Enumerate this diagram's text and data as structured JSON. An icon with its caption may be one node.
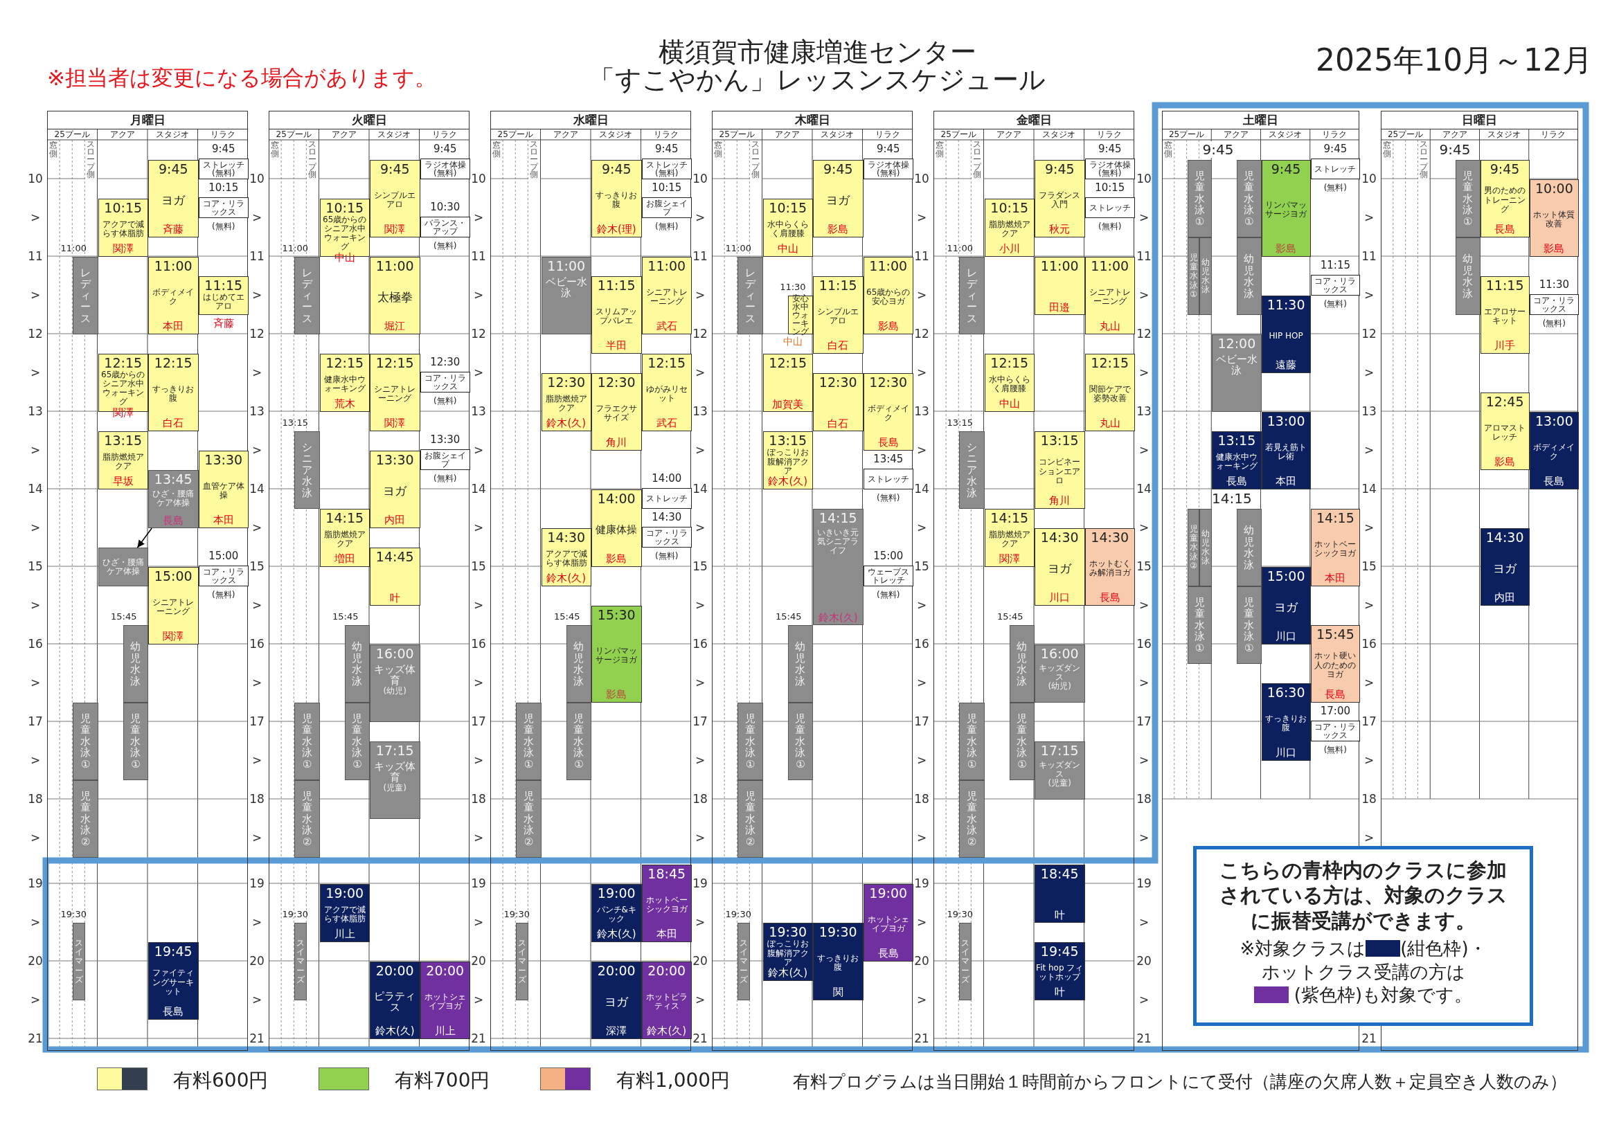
{
  "diagram": {
    "title": "横須賀市健康増進センター「すこやかん」レッスンスケジュール",
    "nodes": [
      {
        "text": [
          "月曜日"
        ]
      },
      {
        "text": [
          "11:00",
          "レディース"
        ],
        "in": 0
      },
      {
        "text": [
          "児童水泳①"
        ],
        "in": 0
      },
      {
        "text": [
          "児童水泳②"
        ],
        "in": 0
      },
      {
        "text": [
          "19:30",
          "スイマーズ"
        ],
        "in": 0
      },
      {
        "text": [
          "10:15",
          "アクアで減らす体脂肪",
          "関澤"
        ],
        "in": 0
      },
      {
        "text": [
          "12:15",
          "65歳からのシニア水中ウォーキング",
          "関澤"
        ],
        "in": 0
      },
      {
        "text": [
          "13:15",
          "脂肪燃焼アクア",
          "早坂"
        ],
        "in": 0
      },
      {
        "text": [
          "ひざ・腰痛ケア体操"
        ],
        "in": 0
      },
      {
        "text": [
          "15:45",
          "幼児水泳"
        ],
        "in": 0
      },
      {
        "text": [
          "児童水泳①"
        ],
        "in": 0
      },
      {
        "text": [
          "9:45",
          "ヨガ",
          "斉藤"
        ],
        "in": 0
      },
      {
        "text": [
          "11:00",
          "ボディメイク",
          "本田"
        ],
        "in": 0
      },
      {
        "text": [
          "12:15",
          "すっきりお腹",
          "白石"
        ],
        "in": 0
      },
      {
        "text": [
          "13:45",
          "ひざ・腰痛ケア体操",
          "長島"
        ],
        "in": 0
      },
      {
        "text": [
          "15:00",
          "シニアトレーニング",
          "関澤"
        ],
        "in": 0
      },
      {
        "text": [
          "19:45",
          "ファイティングサーキット",
          "長島"
        ],
        "in": 0
      },
      {
        "text": [
          "9:45",
          "ストレッチ",
          "(無料)"
        ],
        "in": 0
      },
      {
        "text": [
          "10:15",
          "コア・リラックス",
          "(無料)"
        ],
        "in": 0
      },
      {
        "text": [
          "11:15",
          "はじめてエアロ",
          "斉藤"
        ],
        "in": 0
      },
      {
        "text": [
          "13:30",
          "血管ケア体操",
          "本田"
        ],
        "in": 0
      },
      {
        "text": [
          "15:00",
          "コア・リラックス",
          "(無料)"
        ],
        "in": 0
      },
      {
        "text": [
          "火曜日"
        ]
      },
      {
        "text": [
          "11:00",
          "レディース"
        ],
        "in": 22
      },
      {
        "text": [
          "13:15",
          "シニア水泳"
        ],
        "in": 22
      },
      {
        "text": [
          "児童水泳①"
        ],
        "in": 22
      },
      {
        "text": [
          "児童水泳②"
        ],
        "in": 22
      },
      {
        "text": [
          "19:30",
          "スイマーズ"
        ],
        "in": 22
      },
      {
        "text": [
          "10:15",
          "65歳からのシニア水中ウォーキング",
          "中山"
        ],
        "in": 22
      },
      {
        "text": [
          "12:15",
          "健康水中ウォーキング",
          "荒木"
        ],
        "in": 22
      },
      {
        "text": [
          "14:15",
          "脂肪燃焼アクア",
          "増田"
        ],
        "in": 22
      },
      {
        "text": [
          "15:45",
          "幼児水泳"
        ],
        "in": 22
      },
      {
        "text": [
          "児童水泳①"
        ],
        "in": 22
      },
      {
        "text": [
          "19:00",
          "アクアで減らす体脂肪",
          "川上"
        ],
        "in": 22
      },
      {
        "text": [
          "9:45",
          "シンプルエアロ",
          "関澤"
        ],
        "in": 22
      },
      {
        "text": [
          "11:00",
          "太極拳",
          "堀江"
        ],
        "in": 22
      },
      {
        "text": [
          "12:15",
          "シニアトレーニング",
          "関澤"
        ],
        "in": 22
      },
      {
        "text": [
          "13:30",
          "ヨガ",
          "内田"
        ],
        "in": 22
      },
      {
        "text": [
          "14:45",
          "叶"
        ],
        "in": 22
      },
      {
        "text": [
          "16:00",
          "キッズ体育",
          "(幼児)"
        ],
        "in": 22
      },
      {
        "text": [
          "17:15",
          "キッズ体育",
          "(児童)"
        ],
        "in": 22
      },
      {
        "text": [
          "20:00",
          "ピラティス",
          "鈴木(久)"
        ],
        "in": 22
      },
      {
        "text": [
          "9:45",
          "ラジオ体操",
          "(無料)"
        ],
        "in": 22
      },
      {
        "text": [
          "10:30",
          "バランス・アップ",
          "(無料)"
        ],
        "in": 22
      },
      {
        "text": [
          "12:30",
          "コア・リラックス",
          "(無料)"
        ],
        "in": 22
      },
      {
        "text": [
          "13:30",
          "お腹シェイプ",
          "(無料)"
        ],
        "in": 22
      },
      {
        "text": [
          "20:00",
          "ホットシェイプヨガ",
          "川上"
        ],
        "in": 22
      },
      {
        "text": [
          "水曜日"
        ]
      },
      {
        "text": [
          "児童水泳①"
        ],
        "in": 47
      },
      {
        "text": [
          "児童水泳②"
        ],
        "in": 47
      },
      {
        "text": [
          "19:30",
          "スイマーズ"
        ],
        "in": 47
      },
      {
        "text": [
          "11:00",
          "ベビー水泳"
        ],
        "in": 47
      },
      {
        "text": [
          "12:30",
          "脂肪燃焼アクア",
          "鈴木(久)"
        ],
        "in": 47
      },
      {
        "text": [
          "14:30",
          "アクアで減らす体脂肪",
          "鈴木(久)"
        ],
        "in": 47
      },
      {
        "text": [
          "15:45",
          "幼児水泳"
        ],
        "in": 47
      },
      {
        "text": [
          "児童水泳①"
        ],
        "in": 47
      },
      {
        "text": [
          "9:45",
          "すっきりお腹",
          "鈴木(理)"
        ],
        "in": 47
      },
      {
        "text": [
          "11:15",
          "スリムアップバレエ",
          "半田"
        ],
        "in": 47
      },
      {
        "text": [
          "12:30",
          "フラエクササイズ",
          "角川"
        ],
        "in": 47
      },
      {
        "text": [
          "14:00",
          "健康体操",
          "影島"
        ],
        "in": 47
      },
      {
        "text": [
          "15:30",
          "リンパマッサージヨガ",
          "影島"
        ],
        "in": 47
      },
      {
        "text": [
          "19:00",
          "パンチ&キック",
          "鈴木(久)"
        ],
        "in": 47
      },
      {
        "text": [
          "20:00",
          "ヨガ",
          "深澤"
        ],
        "in": 47
      },
      {
        "text": [
          "9:45",
          "ストレッチ",
          "(無料)"
        ],
        "in": 47
      },
      {
        "text": [
          "10:15",
          "お腹シェイプ",
          "(無料)"
        ],
        "in": 47
      },
      {
        "text": [
          "11:00",
          "シニアトレーニング",
          "武石"
        ],
        "in": 47
      },
      {
        "text": [
          "12:15",
          "ゆがみリセット",
          "武石"
        ],
        "in": 47
      },
      {
        "text": [
          "14:00",
          "ストレッチ"
        ],
        "in": 47
      },
      {
        "text": [
          "14:30",
          "コア・リラックス",
          "(無料)"
        ],
        "in": 47
      },
      {
        "text": [
          "18:45",
          "ホットベーシックヨガ",
          "本田"
        ],
        "in": 47
      },
      {
        "text": [
          "20:00",
          "ホットピラティス",
          "鈴木(久)"
        ],
        "in": 47
      },
      {
        "text": [
          "木曜日"
        ]
      },
      {
        "text": [
          "11:00",
          "レディース"
        ],
        "in": 71
      },
      {
        "text": [
          "児童水泳①"
        ],
        "in": 71
      },
      {
        "text": [
          "児童水泳②"
        ],
        "in": 71
      },
      {
        "text": [
          "19:30",
          "スイマーズ"
        ],
        "in": 71
      },
      {
        "text": [
          "10:15",
          "水中らくらく肩腰膝",
          "中山"
        ],
        "in": 71
      },
      {
        "text": [
          "11:30",
          "安心水中ウォーキング",
          "中山"
        ],
        "in": 71
      },
      {
        "text": [
          "12:15",
          "加賀美"
        ],
        "in": 71
      },
      {
        "text": [
          "13:15",
          "ぽっこりお腹解消アクア",
          "鈴木(久)"
        ],
        "in": 71
      },
      {
        "text": [
          "15:45",
          "幼児水泳"
        ],
        "in": 71
      },
      {
        "text": [
          "児童水泳①"
        ],
        "in": 71
      },
      {
        "text": [
          "19:30",
          "ぽっこりお腹解消アクア",
          "鈴木(久)"
        ],
        "in": 71
      },
      {
        "text": [
          "9:45",
          "ヨガ",
          "影島"
        ],
        "in": 71
      },
      {
        "text": [
          "11:15",
          "シンプルエアロ",
          "白石"
        ],
        "in": 71
      },
      {
        "text": [
          "12:30",
          "白石"
        ],
        "in": 71
      },
      {
        "text": [
          "14:15",
          "いきいき元気シニアライフ",
          "鈴木(久)"
        ],
        "in": 71
      },
      {
        "text": [
          "19:30",
          "すっきりお腹",
          "関"
        ],
        "in": 71
      },
      {
        "text": [
          "9:45",
          "ラジオ体操",
          "(無料)"
        ],
        "in": 71
      },
      {
        "text": [
          "11:00",
          "65歳からの安心ヨガ",
          "影島"
        ],
        "in": 71
      },
      {
        "text": [
          "12:30",
          "ボディメイク",
          "長島"
        ],
        "in": 71
      },
      {
        "text": [
          "13:45",
          "ストレッチ",
          "(無料)"
        ],
        "in": 71
      },
      {
        "text": [
          "15:00",
          "ウェーブストレッチ",
          "(無料)"
        ],
        "in": 71
      },
      {
        "text": [
          "19:00",
          "ホットシェイプヨガ",
          "長島"
        ],
        "in": 71
      },
      {
        "text": [
          "金曜日"
        ]
      },
      {
        "text": [
          "11:00",
          "レディース"
        ],
        "in": 94
      },
      {
        "text": [
          "13:15",
          "シニア水泳"
        ],
        "in": 94
      },
      {
        "text": [
          "児童水泳①"
        ],
        "in": 94
      },
      {
        "text": [
          "児童水泳②"
        ],
        "in": 94
      },
      {
        "text": [
          "19:30",
          "スイマーズ"
        ],
        "in": 94
      },
      {
        "text": [
          "10:15",
          "脂肪燃焼アクア",
          "小川"
        ],
        "in": 94
      },
      {
        "text": [
          "12:15",
          "水中らくらく肩腰膝",
          "中山"
        ],
        "in": 94
      },
      {
        "text": [
          "14:15",
          "脂肪燃焼アクア",
          "関澤"
        ],
        "in": 94
      },
      {
        "text": [
          "15:45",
          "幼児水泳"
        ],
        "in": 94
      },
      {
        "text": [
          "児童水泳①"
        ],
        "in": 94
      },
      {
        "text": [
          "9:45",
          "フラダンス入門",
          "秋元"
        ],
        "in": 94
      },
      {
        "text": [
          "11:00",
          "田邉"
        ],
        "in": 94
      },
      {
        "text": [
          "13:15",
          "コンビネーションエアロ",
          "角川"
        ],
        "in": 94
      },
      {
        "text": [
          "14:30",
          "ヨガ",
          "川口"
        ],
        "in": 94
      },
      {
        "text": [
          "16:00",
          "キッズダンス",
          "(幼児)"
        ],
        "in": 94
      },
      {
        "text": [
          "17:15",
          "キッズダンス",
          "(児童)"
        ],
        "in": 94
      },
      {
        "text": [
          "18:45",
          "叶"
        ],
        "in": 94
      },
      {
        "text": [
          "19:45",
          "Fit hop フィットホップ",
          "叶"
        ],
        "in": 94
      },
      {
        "text": [
          "9:45",
          "ラジオ体操",
          "(無料)"
        ],
        "in": 94
      },
      {
        "text": [
          "10:15",
          "ストレッチ",
          "(無料)"
        ],
        "in": 94
      },
      {
        "text": [
          "11:00",
          "シニアトレーニング",
          "丸山"
        ],
        "in": 94
      },
      {
        "text": [
          "12:15",
          "関節ケアで姿勢改善",
          "丸山"
        ],
        "in": 94
      },
      {
        "text": [
          "14:30",
          "ホットむくみ解消ヨガ",
          "長島"
        ],
        "in": 94
      },
      {
        "text": [
          "土曜日"
        ]
      },
      {
        "text": [
          "児童水泳①"
        ],
        "in": 118
      },
      {
        "text": [
          "児童水泳①"
        ],
        "in": 118
      },
      {
        "text": [
          "幼児水泳"
        ],
        "in": 118
      },
      {
        "text": [
          "児童水泳②"
        ],
        "in": 118
      },
      {
        "text": [
          "幼児水泳"
        ],
        "in": 118
      },
      {
        "text": [
          "児童水泳①"
        ],
        "in": 118
      },
      {
        "text": [
          "児童水泳①"
        ],
        "in": 118
      },
      {
        "text": [
          "幼児水泳"
        ],
        "in": 118
      },
      {
        "text": [
          "12:00",
          "ベビー水泳"
        ],
        "in": 118
      },
      {
        "text": [
          "13:15",
          "健康水中ウォーキング",
          "長島"
        ],
        "in": 118
      },
      {
        "text": [
          "幼児水泳"
        ],
        "in": 118
      },
      {
        "text": [
          "児童水泳①"
        ],
        "in": 118
      },
      {
        "text": [
          "9:45",
          "リンパマッサージヨガ",
          "影島"
        ],
        "in": 118
      },
      {
        "text": [
          "11:30",
          "HIP HOP",
          "遠藤"
        ],
        "in": 118
      },
      {
        "text": [
          "13:00",
          "若見え筋トレ術",
          "本田"
        ],
        "in": 118
      },
      {
        "text": [
          "15:00",
          "ヨガ",
          "川口"
        ],
        "in": 118
      },
      {
        "text": [
          "16:30",
          "すっきりお腹",
          "川口"
        ],
        "in": 118
      },
      {
        "text": [
          "9:45",
          "ストレッチ",
          "(無料)"
        ],
        "in": 118
      },
      {
        "text": [
          "11:15",
          "コア・リラックス",
          "(無料)"
        ],
        "in": 118
      },
      {
        "text": [
          "14:15",
          "ホットベーシックヨガ",
          "本田"
        ],
        "in": 118
      },
      {
        "text": [
          "15:45",
          "ホット硬い人のためのヨガ",
          "長島"
        ],
        "in": 118
      },
      {
        "text": [
          "17:00",
          "コア・リラックス",
          "(無料)"
        ],
        "in": 118
      },
      {
        "text": [
          "日曜日"
        ]
      },
      {
        "text": [
          "児童水泳①"
        ],
        "in": 141
      },
      {
        "text": [
          "幼児水泳"
        ],
        "in": 141
      },
      {
        "text": [
          "9:45",
          "男のためのトレーニング",
          "長島"
        ],
        "in": 141
      },
      {
        "text": [
          "11:15",
          "エアロサーキット",
          "川手"
        ],
        "in": 141
      },
      {
        "text": [
          "12:45",
          "アロマストレッチ",
          "影島"
        ],
        "in": 141
      },
      {
        "text": [
          "14:30",
          "ヨガ",
          "内田"
        ],
        "in": 141
      },
      {
        "text": [
          "10:00",
          "ホット体質改善",
          "影島"
        ],
        "in": 141
      },
      {
        "text": [
          "11:30",
          "コア・リラックス",
          "(無料)"
        ],
        "in": 141
      },
      {
        "text": [
          "13:00",
          "ボディメイク",
          "長島"
        ],
        "in": 141
      },
      {
        "text": [
          "こちらの青枠内のクラスに参加されている方は、対象のクラスに振替受講ができます。",
          "※対象クラスは",
          "(紺色枠)・",
          "ホットクラス受講の方は",
          "(紫色枠)も対象です。"
        ]
      }
    ],
    "edges": [
      {
        "from": 14,
        "to": 8,
        "arrow": "to"
      }
    ],
    "labels": [
      "※担当者は変更になる場合があります。",
      "2025年10月～12月",
      "25プール",
      "アクア",
      "スタジオ",
      "リラク",
      "窓側",
      "スロープ側",
      "25プール",
      "アクア",
      "スタジオ",
      "リラク",
      "窓側",
      "スロープ側",
      "25プール",
      "アクア",
      "スタジオ",
      "リラク",
      "窓側",
      "スロープ側",
      "25プール",
      "アクア",
      "スタジオ",
      "リラク",
      "窓側",
      "スロープ側",
      "25プール",
      "アクア",
      "スタジオ",
      "リラク",
      "窓側",
      "スロープ側",
      "25プール",
      "アクア",
      "スタジオ",
      "リラク",
      "窓側",
      "25プール",
      "アクア",
      "スタジオ",
      "リラク",
      "窓側",
      "スロープ側",
      "10",
      ">",
      "11",
      ">",
      "12",
      ">",
      "13",
      ">",
      "14",
      ">",
      "15",
      ">",
      "16",
      ">",
      "17",
      ">",
      "18",
      ">",
      "19",
      ">",
      "20",
      ">",
      "21",
      "10",
      ">",
      "11",
      ">",
      "12",
      ">",
      "13",
      ">",
      "14",
      ">",
      "15",
      ">",
      "16",
      ">",
      "17",
      ">",
      "18",
      ">",
      "19",
      ">",
      "20",
      ">",
      "21",
      "10",
      ">",
      "11",
      ">",
      "12",
      ">",
      "13",
      ">",
      "14",
      ">",
      "15",
      ">",
      "16",
      ">",
      "17",
      ">",
      "18",
      ">",
      "19",
      ">",
      "20",
      ">",
      "21",
      "10",
      ">",
      "11",
      ">",
      "12",
      ">",
      "13",
      ">",
      "14",
      ">",
      "15",
      ">",
      "16",
      ">",
      "17",
      ">",
      "18",
      ">",
      "19",
      ">",
      "20",
      ">",
      "21",
      "10",
      ">",
      "11",
      ">",
      "12",
      ">",
      "13",
      ">",
      "14",
      ">",
      "15",
      ">",
      "16",
      ">",
      "17",
      ">",
      "18",
      ">",
      "19",
      ">",
      "20",
      ">",
      "21",
      "10",
      ">",
      "11",
      ">",
      "12",
      ">",
      "13",
      ">",
      "14",
      ">",
      "15",
      ">",
      "16",
      ">",
      "17",
      ">",
      "18",
      ">",
      "19",
      ">",
      "20",
      ">",
      "21",
      "10",
      ">",
      "11",
      ">",
      "12",
      ">",
      "13",
      ">",
      "14",
      ">",
      "15",
      ">",
      "16",
      ">",
      "17",
      ">",
      "18",
      ">",
      "21",
      "9:45",
      "14:15",
      "9:45",
      "有料プログラムは当日開始１時間前からフロントにて受付（講座の欠席人数＋定員空き人数のみ）"
    ],
    "legend": [
      {
        "text": "有料600円",
        "color": "#fdfb9d"
      },
      {
        "text": "有料700円",
        "color": "#92d050"
      },
      {
        "text": "有料1,000円",
        "color": "#f4b183"
      }
    ]
  }
}
